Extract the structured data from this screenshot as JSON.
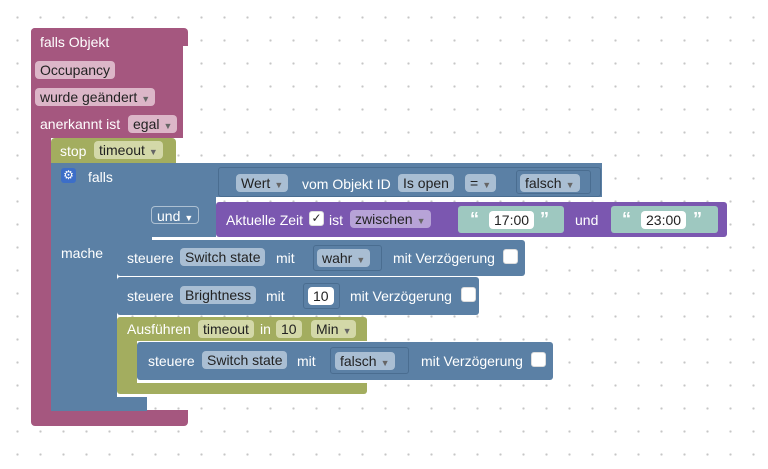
{
  "event_block": {
    "title": "falls Objekt",
    "object": "Occupancy",
    "trigger": "wurde geändert",
    "ack_label": "anerkannt ist",
    "ack_value": "egal"
  },
  "stop_block": {
    "label": "stop",
    "value": "timeout"
  },
  "if_block": {
    "label": "falls",
    "do_label": "mache",
    "logic_op": "und"
  },
  "compare_block": {
    "value_select": "Wert",
    "object_label": "vom Objekt ID",
    "object_id": "Is open",
    "operator": "=",
    "right_value": "falsch"
  },
  "time_block": {
    "label": "Aktuelle Zeit",
    "is_label": "ist",
    "mode": "zwischen",
    "from": "17:00",
    "and_label": "und",
    "to": "23:00",
    "quote_open": "“",
    "quote_close": "”"
  },
  "control1": {
    "label": "steuere",
    "target": "Switch state",
    "with_label": "mit",
    "value": "wahr",
    "delay_label": "mit Verzögerung"
  },
  "control2": {
    "label": "steuere",
    "target": "Brightness",
    "with_label": "mit",
    "value": "10",
    "delay_label": "mit Verzögerung"
  },
  "timeout_block": {
    "label": "Ausführen",
    "name": "timeout",
    "in_label": "in",
    "amount": "10",
    "unit": "Min"
  },
  "control3": {
    "label": "steuere",
    "target": "Switch state",
    "with_label": "mit",
    "value": "falsch",
    "delay_label": "mit Verzögerung"
  },
  "dropdown_arrow": "▼",
  "colors": {
    "event": "#a5577f",
    "event_field": "#dcb6c8",
    "stop": "#a3ad5f",
    "stop_field": "#d3d8a8",
    "logic": "#5b80a5",
    "logic_field": "#a9bed3",
    "time": "#7b57b0",
    "text_block": "#9ec8c0",
    "gear": "#3c6ec8"
  }
}
